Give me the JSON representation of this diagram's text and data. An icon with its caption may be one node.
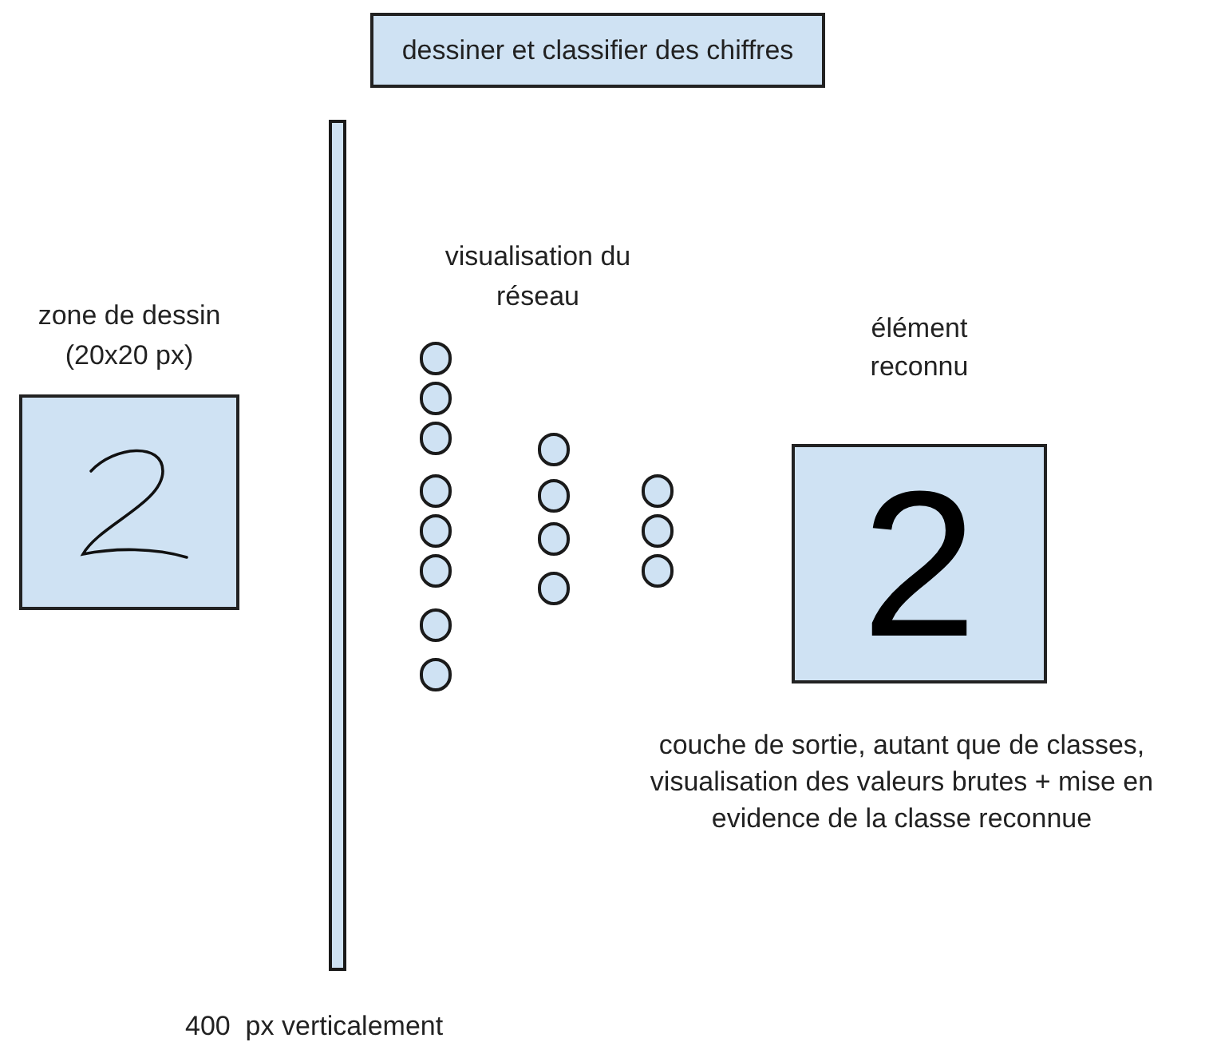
{
  "diagram": {
    "nodes": [
      {
        "text": [
          "dessiner et classifier des chiffres"
        ]
      },
      {
        "text": [
          "zone de dessin (20x20 px)"
        ]
      },
      {
        "text": [],
        "shape": "bar",
        "beside": [
          "400  px verticalement"
        ]
      },
      {
        "text": [],
        "shape": "circle"
      },
      {
        "text": [],
        "shape": "circle"
      },
      {
        "text": [],
        "shape": "circle"
      },
      {
        "text": [],
        "shape": "circle"
      },
      {
        "text": [],
        "shape": "circle"
      },
      {
        "text": [],
        "shape": "circle"
      },
      {
        "text": [],
        "shape": "circle"
      },
      {
        "text": [],
        "shape": "circle"
      },
      {
        "text": [],
        "shape": "circle"
      },
      {
        "text": [],
        "shape": "circle"
      },
      {
        "text": [],
        "shape": "circle"
      },
      {
        "text": [],
        "shape": "circle"
      },
      {
        "text": [],
        "shape": "circle"
      },
      {
        "text": [],
        "shape": "circle"
      },
      {
        "text": [],
        "shape": "circle"
      },
      {
        "text": [
          "élément reconnu",
          "2"
        ],
        "beside": [
          "couche de sortie, autant que de classes, visualisation des valeurs brutes + mise en evidence de la classe reconnue"
        ]
      }
    ],
    "labels": [
      "visualisation du réseau"
    ]
  }
}
